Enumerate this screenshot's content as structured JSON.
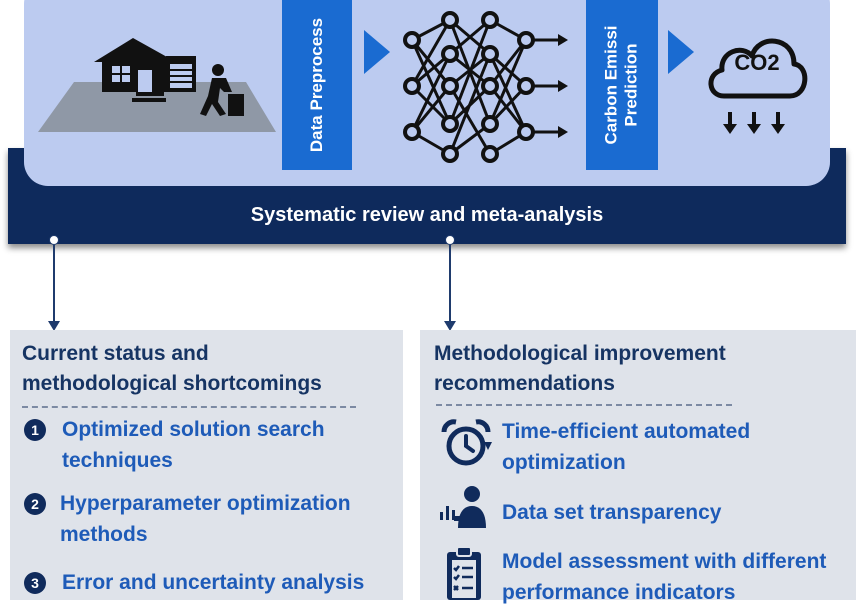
{
  "top": {
    "band_title": "Systematic review and meta-analysis",
    "step1_label": "Data Preprocess",
    "step2_label_line1": "Carbon Emissi",
    "step2_label_line2": "Prediction",
    "co2_label": "CO2"
  },
  "left_panel": {
    "title_line1": "Current status and",
    "title_line2": "methodological shortcomings",
    "items": [
      {
        "number": "1",
        "line1": "Optimized solution search",
        "line2": "techniques"
      },
      {
        "number": "2",
        "line1": "Hyperparameter optimization",
        "line2": "methods"
      },
      {
        "number": "3",
        "line1": "Error and uncertainty analysis",
        "line2": ""
      }
    ]
  },
  "right_panel": {
    "title_line1": "Methodological improvement",
    "title_line2": "recommendations",
    "items": [
      {
        "icon": "alarm-clock-icon",
        "line1": "Time-efficient automated",
        "line2": "optimization"
      },
      {
        "icon": "person-data-icon",
        "line1": "Data set transparency",
        "line2": ""
      },
      {
        "icon": "clipboard-checklist-icon",
        "line1": "Model assessment with different",
        "line2": "performance indicators"
      }
    ]
  },
  "colors": {
    "navy": "#0e2a5c",
    "light_blue_panel": "#bccbf0",
    "step_blue": "#1a6bd1",
    "text_blue": "#1e5bb8",
    "panel_gray": "#dfe3ea"
  }
}
